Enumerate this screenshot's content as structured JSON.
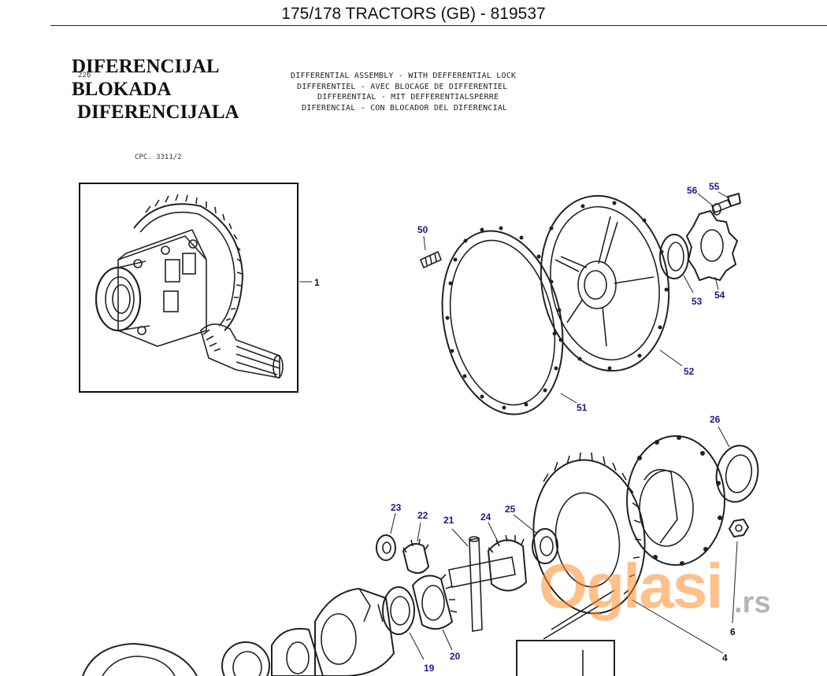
{
  "header": {
    "title": "175/178 TRACTORS (GB) - 819537"
  },
  "title": {
    "line1": "DIFERENCIJAL",
    "line2": "BLOKADA",
    "line3": "DIFERENCIJALA"
  },
  "page_number": "226",
  "descriptions": [
    "DIFFERENTIAL ASSEMBLY - WITH DEFFERENTIAL LOCK",
    "DIFFERENTIEL - AVEC BLOCAGE DE DIFFERENTIEL",
    "DIFFERENTIAL - MIT DEFFERENTIALSPERRE",
    "DIFERENCIAL - CON BLOCADOR DEL DIFERENCIAL"
  ],
  "reference": "CPC. 3311/2",
  "callouts": {
    "c1": "1",
    "c50": "50",
    "c51": "51",
    "c52": "52",
    "c53": "53",
    "c54": "54",
    "c55": "55",
    "c56": "56",
    "c26": "26",
    "c23": "23",
    "c22": "22",
    "c21": "21",
    "c24": "24",
    "c25": "25",
    "c19": "19",
    "c20": "20",
    "c4": "4",
    "c6": "6"
  },
  "watermark": {
    "brand": "Oglasi",
    "tld": ".rs"
  },
  "colors": {
    "callout": "#1a1a8a",
    "watermark": "#ff8c28"
  }
}
